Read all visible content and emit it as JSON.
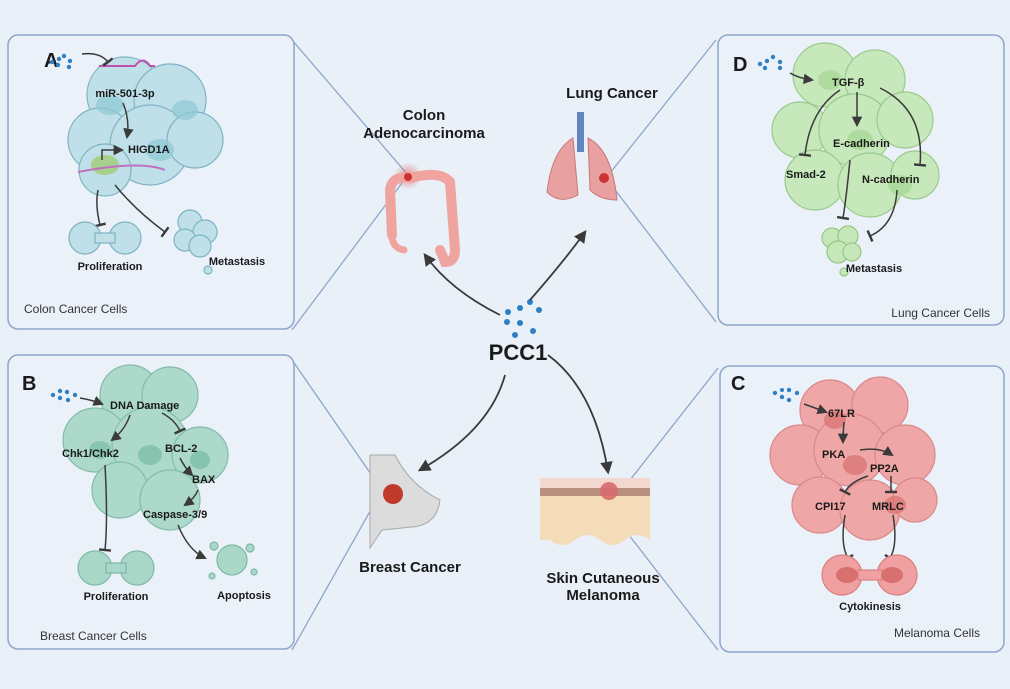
{
  "center": {
    "label": "PCC1"
  },
  "organs": {
    "colon": {
      "line1": "Colon",
      "line2": "Adenocarcinoma"
    },
    "lung": {
      "label": "Lung Cancer"
    },
    "breast": {
      "label": "Breast Cancer"
    },
    "skin": {
      "line1": "Skin Cutaneous",
      "line2": "Melanoma"
    }
  },
  "panels": {
    "A": {
      "letter": "A",
      "caption": "Colon Cancer Cells",
      "nodes": {
        "mir": "miR-501-3p",
        "higd": "HIGD1A",
        "prolif": "Proliferation",
        "meta": "Metastasis"
      }
    },
    "B": {
      "letter": "B",
      "caption": "Breast Cancer Cells",
      "nodes": {
        "dna": "DNA Damage",
        "chk": "Chk1/Chk2",
        "bcl": "BCL-2",
        "bax": "BAX",
        "casp": "Caspase-3/9",
        "prolif": "Proliferation",
        "apop": "Apoptosis"
      }
    },
    "D": {
      "letter": "D",
      "caption": "Lung Cancer Cells",
      "nodes": {
        "tgf": "TGF-β",
        "ecad": "E-cadherin",
        "smad": "Smad-2",
        "ncad": "N-cadherin",
        "meta": "Metastasis"
      }
    },
    "C": {
      "letter": "C",
      "caption": "Melanoma Cells",
      "nodes": {
        "lr": "67LR",
        "pka": "PKA",
        "pp2a": "PP2A",
        "cpi": "CPI17",
        "mrlc": "MRLC",
        "cyto": "Cytokinesis"
      }
    }
  },
  "colors": {
    "background": "#e9f0f8",
    "panel_border": "#8ea5cc",
    "dots": "#2f7fc4",
    "colon_cells": "#bfe0e8",
    "breast_cells": "#a9d8c8",
    "lung_cells": "#c6e8b8",
    "melanoma_cells": "#f0a0a0"
  }
}
